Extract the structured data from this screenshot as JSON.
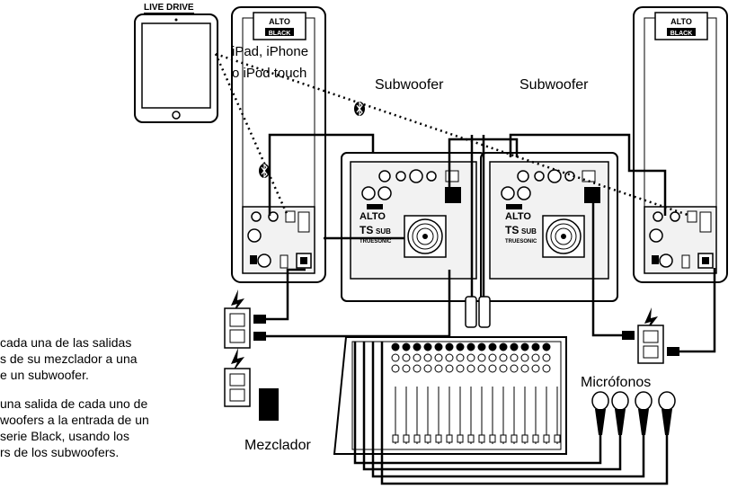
{
  "app_badge": "LIVE DRIVE",
  "labels": {
    "device": [
      "iPad, iPhone",
      "o iPod touch"
    ],
    "subwoofer_left": "Subwoofer",
    "subwoofer_right": "Subwoofer",
    "mixer": "Mezclador",
    "microphones": "Micrófonos"
  },
  "brand": {
    "logo_text": "ALTO",
    "series": "BLACK",
    "sub_model": "TS",
    "sub_model_suffix": "SUB",
    "sub_line": "TRUESONIC"
  },
  "instructions": [
    "cada una de las salidas",
    "s de su mezclador a una",
    "e un subwoofer.",
    "una salida de cada uno de",
    "woofers a la entrada de un",
    "serie Black, usando los",
    "rs de los subwoofers."
  ],
  "colors": {
    "ink": "#000000",
    "paper": "#ffffff",
    "panel": "#f2f2f2"
  }
}
